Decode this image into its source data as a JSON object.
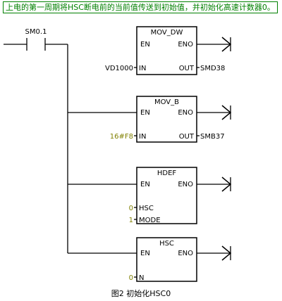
{
  "header": {
    "comment": "上电的第一周期将HSC断电前的当前值传送到初始值，并初始化高速计数器0。"
  },
  "contact": {
    "label": "SM0.1"
  },
  "blocks": [
    {
      "title": "MOV_DW",
      "en": "EN",
      "eno": "ENO",
      "inputs": [
        {
          "pin": "IN",
          "value": "VD1000",
          "value_color": "#000000"
        }
      ],
      "outputs": [
        {
          "pin": "OUT",
          "value": "SMD38"
        }
      ]
    },
    {
      "title": "MOV_B",
      "en": "EN",
      "eno": "ENO",
      "inputs": [
        {
          "pin": "IN",
          "value": "16#F8",
          "value_color": "#808000"
        }
      ],
      "outputs": [
        {
          "pin": "OUT",
          "value": "SMB37"
        }
      ]
    },
    {
      "title": "HDEF",
      "en": "EN",
      "eno": "ENO",
      "inputs": [
        {
          "pin": "HSC",
          "value": "0",
          "value_color": "#808000"
        },
        {
          "pin": "MODE",
          "value": "1",
          "value_color": "#808000"
        }
      ],
      "outputs": []
    },
    {
      "title": "HSC",
      "en": "EN",
      "eno": "ENO",
      "inputs": [
        {
          "pin": "N",
          "value": "0",
          "value_color": "#808000"
        }
      ],
      "outputs": []
    }
  ],
  "caption": "图2 初始化HSC0"
}
